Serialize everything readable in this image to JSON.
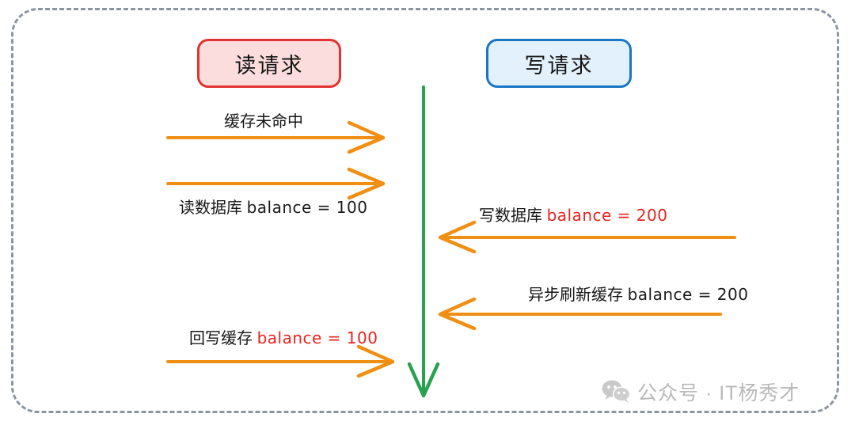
{
  "diagram": {
    "title_type": "cache-read-write-sequence",
    "frame": {
      "border_color": "#8c95a3",
      "border_style": "dashed"
    },
    "actors": [
      {
        "id": "read",
        "label": "读请求",
        "fill": "#fbdddd",
        "border": "#e13333"
      },
      {
        "id": "write",
        "label": "写请求",
        "fill": "#e3f1fc",
        "border": "#1b76c4"
      }
    ],
    "timeline": {
      "name": "timeline-axis",
      "color": "#2aa14f",
      "direction": "down"
    },
    "messages": [
      {
        "id": "cache-miss",
        "text": "缓存未命中",
        "value": "",
        "value_color": "",
        "direction": "right",
        "color": "#ef8f14"
      },
      {
        "id": "read-db",
        "text": "读数据库",
        "value": "balance = 100",
        "value_color": "#1b1b1b",
        "direction": "right",
        "color": "#ef8f14"
      },
      {
        "id": "write-db",
        "text": "写数据库",
        "value": "balance = 200",
        "value_color": "#e8231f",
        "direction": "left",
        "color": "#ef8f14"
      },
      {
        "id": "async-refresh-cache",
        "text": "异步刷新缓存",
        "value": "balance = 200",
        "value_color": "#1b1b1b",
        "direction": "left",
        "color": "#ef8f14"
      },
      {
        "id": "writeback-cache",
        "text": "回写缓存",
        "value": "balance = 100",
        "value_color": "#e8231f",
        "direction": "right",
        "color": "#ef8f14"
      }
    ],
    "watermark": {
      "icon": "wechat-icon",
      "text": "公众号 · IT杨秀才",
      "color": "#b9b9b9"
    }
  }
}
